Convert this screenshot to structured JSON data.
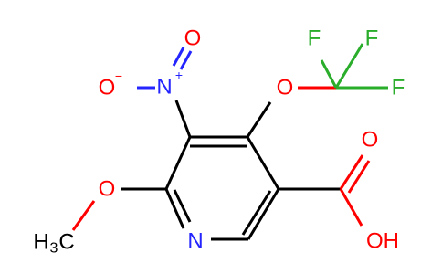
{
  "colors": {
    "carbon_bond": "#000000",
    "nitrogen": "#2424ff",
    "oxygen": "#ff0000",
    "fluorine": "#2aad2a",
    "background": "#ffffff"
  },
  "atom_labels": {
    "nitro_oxygen_top": "O",
    "nitro_nitrogen": "N",
    "nitro_charge_plus": "+",
    "nitro_oxygen_left": "O",
    "nitro_charge_minus": "−",
    "ether_oxygen": "O",
    "fluorine_left": "F",
    "fluorine_right": "F",
    "fluorine_bottom": "F",
    "methoxy_oxygen": "O",
    "methyl_h": "H",
    "methyl_subscript": "3",
    "methyl_c": "C",
    "ring_nitrogen": "N",
    "carbonyl_oxygen": "O",
    "hydroxyl_oh": "OH"
  }
}
